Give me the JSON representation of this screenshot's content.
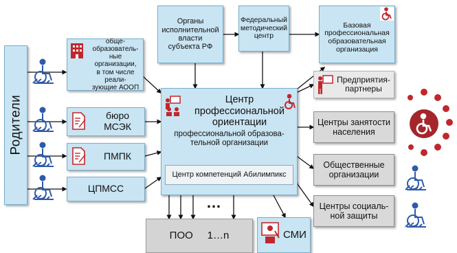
{
  "parents": "Родители",
  "left_boxes": [
    "обще-\nобразователь-\nные организации,\nв том числе реали-\nзующие АООП",
    "бюро\nМСЭК",
    "ПМПК",
    "ЦПМСС"
  ],
  "top_boxes": [
    "Органы\nисполнительной\nвласти\nсубъекта РФ",
    "Федеральный\nметодический\nцентр",
    "Базовая\nпрофессиональная\nобразовательная\nорганизация"
  ],
  "center": {
    "title": "Центр\nпрофессиональной\nориентации",
    "subtitle": "профессиональной образова-\nтельной организации",
    "abilimpics": "Центр  компетенций Абилимпикс"
  },
  "right_boxes": [
    "Предприятия-\nпартнеры",
    "Центры занятости\nнаселения",
    "Общественные\nорганизации",
    "Центры социаль-\nной защиты"
  ],
  "bottom": {
    "dots": "…",
    "poo": "ПОО     1…n",
    "smi": "СМИ"
  },
  "colors": {
    "accent_red": "#c0272d",
    "wheelchair_blue": "#2e5aa8",
    "box_blue": "#c9e4f2",
    "box_gray": "#d9d9d9"
  }
}
